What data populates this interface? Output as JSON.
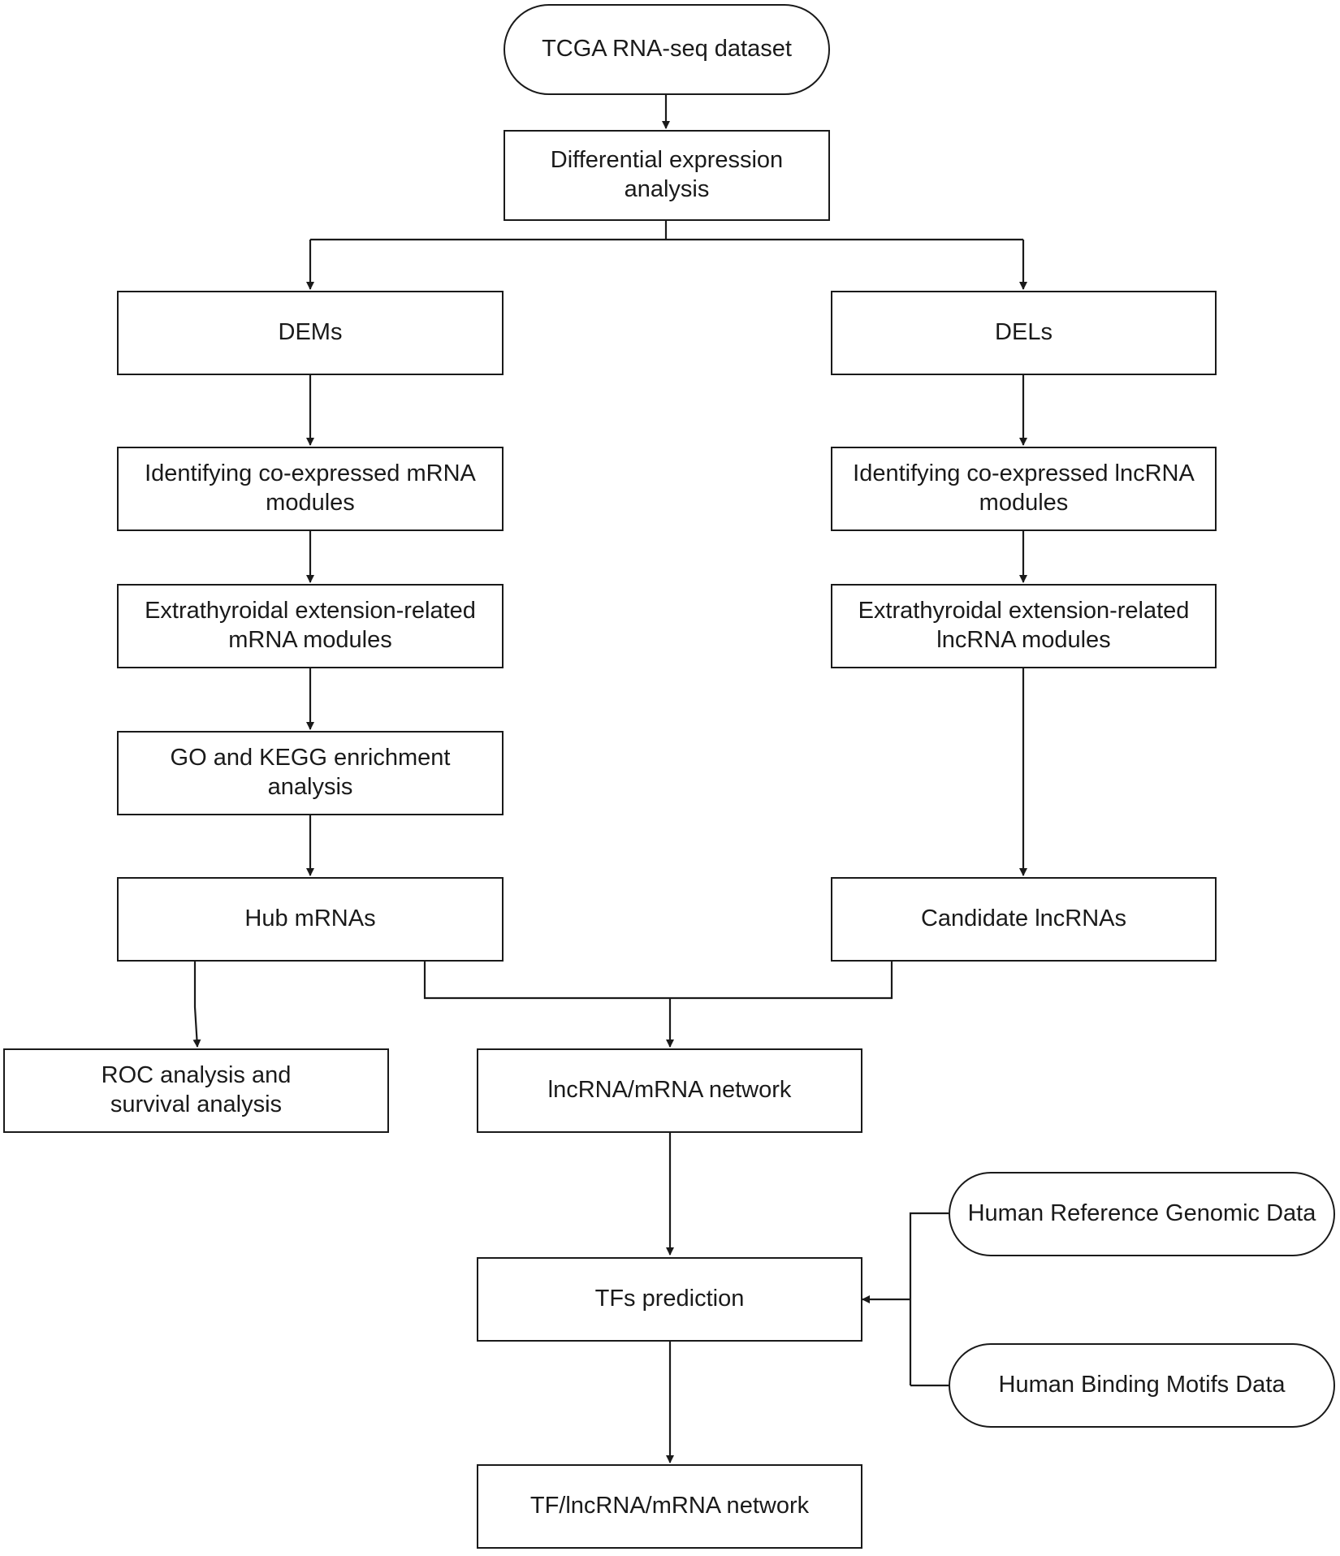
{
  "diagram": {
    "nodes": {
      "tcga": "TCGA RNA-seq dataset",
      "diff_expr": "Differential expression\nanalysis",
      "dems": "DEMs",
      "dels": "DELs",
      "coexp_mrna": "Identifying co-expressed mRNA\nmodules",
      "coexp_lncrna": "Identifying co-expressed lncRNA\nmodules",
      "ete_mrna": "Extrathyroidal extension-related\nmRNA modules",
      "ete_lncrna": "Extrathyroidal extension-related\nlncRNA modules",
      "go_kegg": "GO and KEGG enrichment\nanalysis",
      "hub_mrnas": "Hub mRNAs",
      "candidate_lncrnas": "Candidate lncRNAs",
      "roc_survival": "ROC analysis and\nsurvival analysis",
      "lnc_mrna_network": "lncRNA/mRNA network",
      "human_ref_genomic": "Human Reference Genomic Data",
      "tfs_prediction": "TFs prediction",
      "human_binding_motifs": "Human Binding Motifs Data",
      "tf_lnc_mrna_network": "TF/lncRNA/mRNA network"
    },
    "edges": [
      [
        "tcga",
        "diff_expr"
      ],
      [
        "diff_expr",
        "dems"
      ],
      [
        "diff_expr",
        "dels"
      ],
      [
        "dems",
        "coexp_mrna"
      ],
      [
        "coexp_mrna",
        "ete_mrna"
      ],
      [
        "ete_mrna",
        "go_kegg"
      ],
      [
        "go_kegg",
        "hub_mrnas"
      ],
      [
        "dels",
        "coexp_lncrna"
      ],
      [
        "coexp_lncrna",
        "ete_lncrna"
      ],
      [
        "ete_lncrna",
        "candidate_lncrnas"
      ],
      [
        "hub_mrnas",
        "roc_survival"
      ],
      [
        "hub_mrnas",
        "lnc_mrna_network"
      ],
      [
        "candidate_lncrnas",
        "lnc_mrna_network"
      ],
      [
        "lnc_mrna_network",
        "tfs_prediction"
      ],
      [
        "human_ref_genomic",
        "tfs_prediction"
      ],
      [
        "human_binding_motifs",
        "tfs_prediction"
      ],
      [
        "tfs_prediction",
        "tf_lnc_mrna_network"
      ]
    ],
    "colors": {
      "stroke": "#1a1a1a",
      "fill": "#ffffff",
      "text": "#1a1a1a"
    }
  }
}
